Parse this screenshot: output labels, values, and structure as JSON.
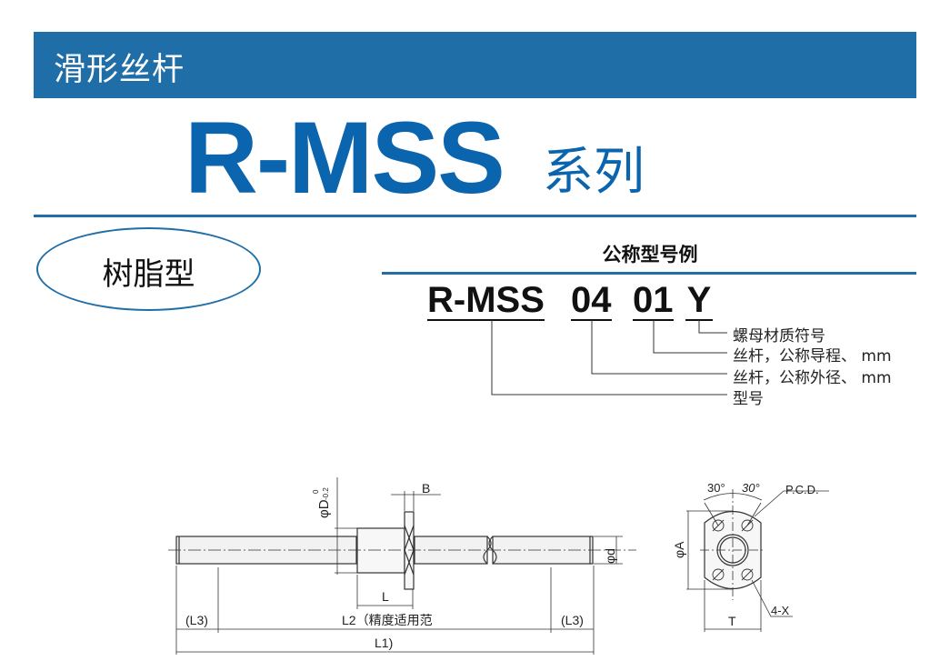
{
  "header": {
    "title": "滑形丝杆"
  },
  "series": {
    "name": "R-MSS",
    "suffix": "系列"
  },
  "type_badge": "树脂型",
  "example": {
    "title": "公称型号例",
    "code_parts": [
      "R-MSS",
      "04",
      "01",
      "Y"
    ],
    "labels": [
      "螺母材质符号",
      "丝杆，公称导程、 mm",
      "丝杆，公称外径、 mm",
      "型号"
    ]
  },
  "drawing_side": {
    "B": "B",
    "phiD": "φD",
    "tol_upper": "0",
    "tol_lower": "-0.2",
    "phid": "φd",
    "L": "L",
    "L2": "L2（精度适用范",
    "L3_left": "(L3)",
    "L3_right": "(L3)",
    "L1": "L1)"
  },
  "drawing_front": {
    "angle1": "30°",
    "angle2": "30°",
    "pcd": "P.C.D.",
    "phiA": "φA",
    "T": "T",
    "holes": "4-X"
  }
}
